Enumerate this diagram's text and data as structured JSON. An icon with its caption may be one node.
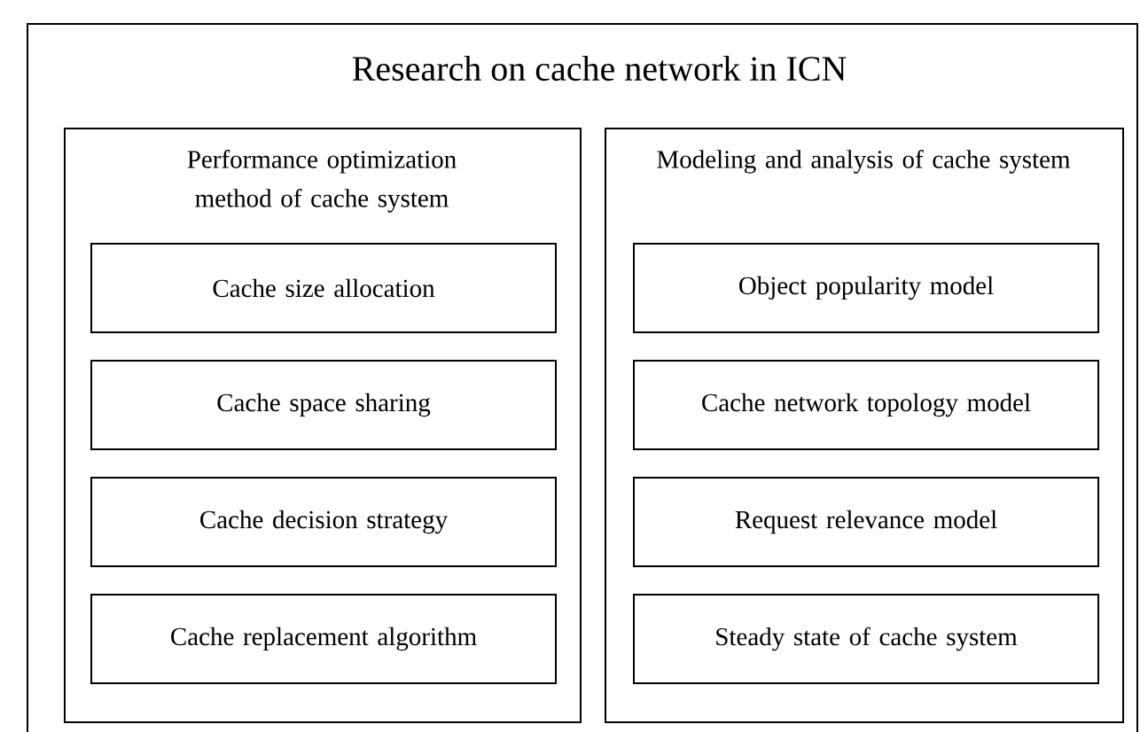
{
  "diagram": {
    "nodes": [
      {
        "text": [
          "Research on cache network in  ICN"
        ]
      },
      {
        "text": [
          "Performance optimization method of cache system"
        ],
        "in": 0
      },
      {
        "text": [
          "Cache size allocation"
        ],
        "in": 1
      },
      {
        "text": [
          "Cache space sharing"
        ],
        "in": 1
      },
      {
        "text": [
          "Cache decision strategy"
        ],
        "in": 1
      },
      {
        "text": [
          "Cache replacement algorithm"
        ],
        "in": 1
      },
      {
        "text": [
          "Modeling and analysis of cache system"
        ],
        "in": 0
      },
      {
        "text": [
          "Object popularity model"
        ],
        "in": 6
      },
      {
        "text": [
          "Cache network topology model"
        ],
        "in": 6
      },
      {
        "text": [
          "Request relevance model"
        ],
        "in": 6
      },
      {
        "text": [
          "Steady state of cache system"
        ],
        "in": 6
      }
    ]
  }
}
